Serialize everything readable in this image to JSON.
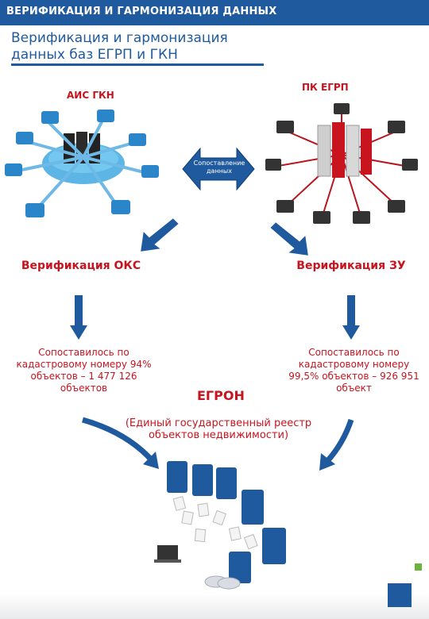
{
  "header": {
    "title": "ВЕРИФИКАЦИЯ И ГАРМОНИЗАЦИЯ ДАННЫХ"
  },
  "slide": {
    "title": "Верификация и гармонизация данных баз ЕГРП и ГКН"
  },
  "left_system": {
    "label": "АИС ГКН"
  },
  "right_system": {
    "label": "ПК ЕГРП"
  },
  "compare": {
    "label": "Сопоставление данных"
  },
  "left_branch": {
    "heading": "Верификация ОКС",
    "result": "Сопоставилось по кадастровому номеру 94% объектов – 1 477 126 объектов"
  },
  "right_branch": {
    "heading": "Верификация ЗУ",
    "result": "Сопоставилось по кадастровому номеру 99,5% объектов – 926 951 объект"
  },
  "target": {
    "label": "ЕГРОН",
    "description": "(Единый государственный реестр объектов недвижимости)"
  },
  "colors": {
    "brand": "#1f5a9e",
    "accent_red": "#c8141e",
    "accent_green": "#6ab43e"
  },
  "icons": [
    "network-hub-icon",
    "server-network-icon",
    "document-flow-icon",
    "arrow-down-icon",
    "double-arrow-icon"
  ]
}
